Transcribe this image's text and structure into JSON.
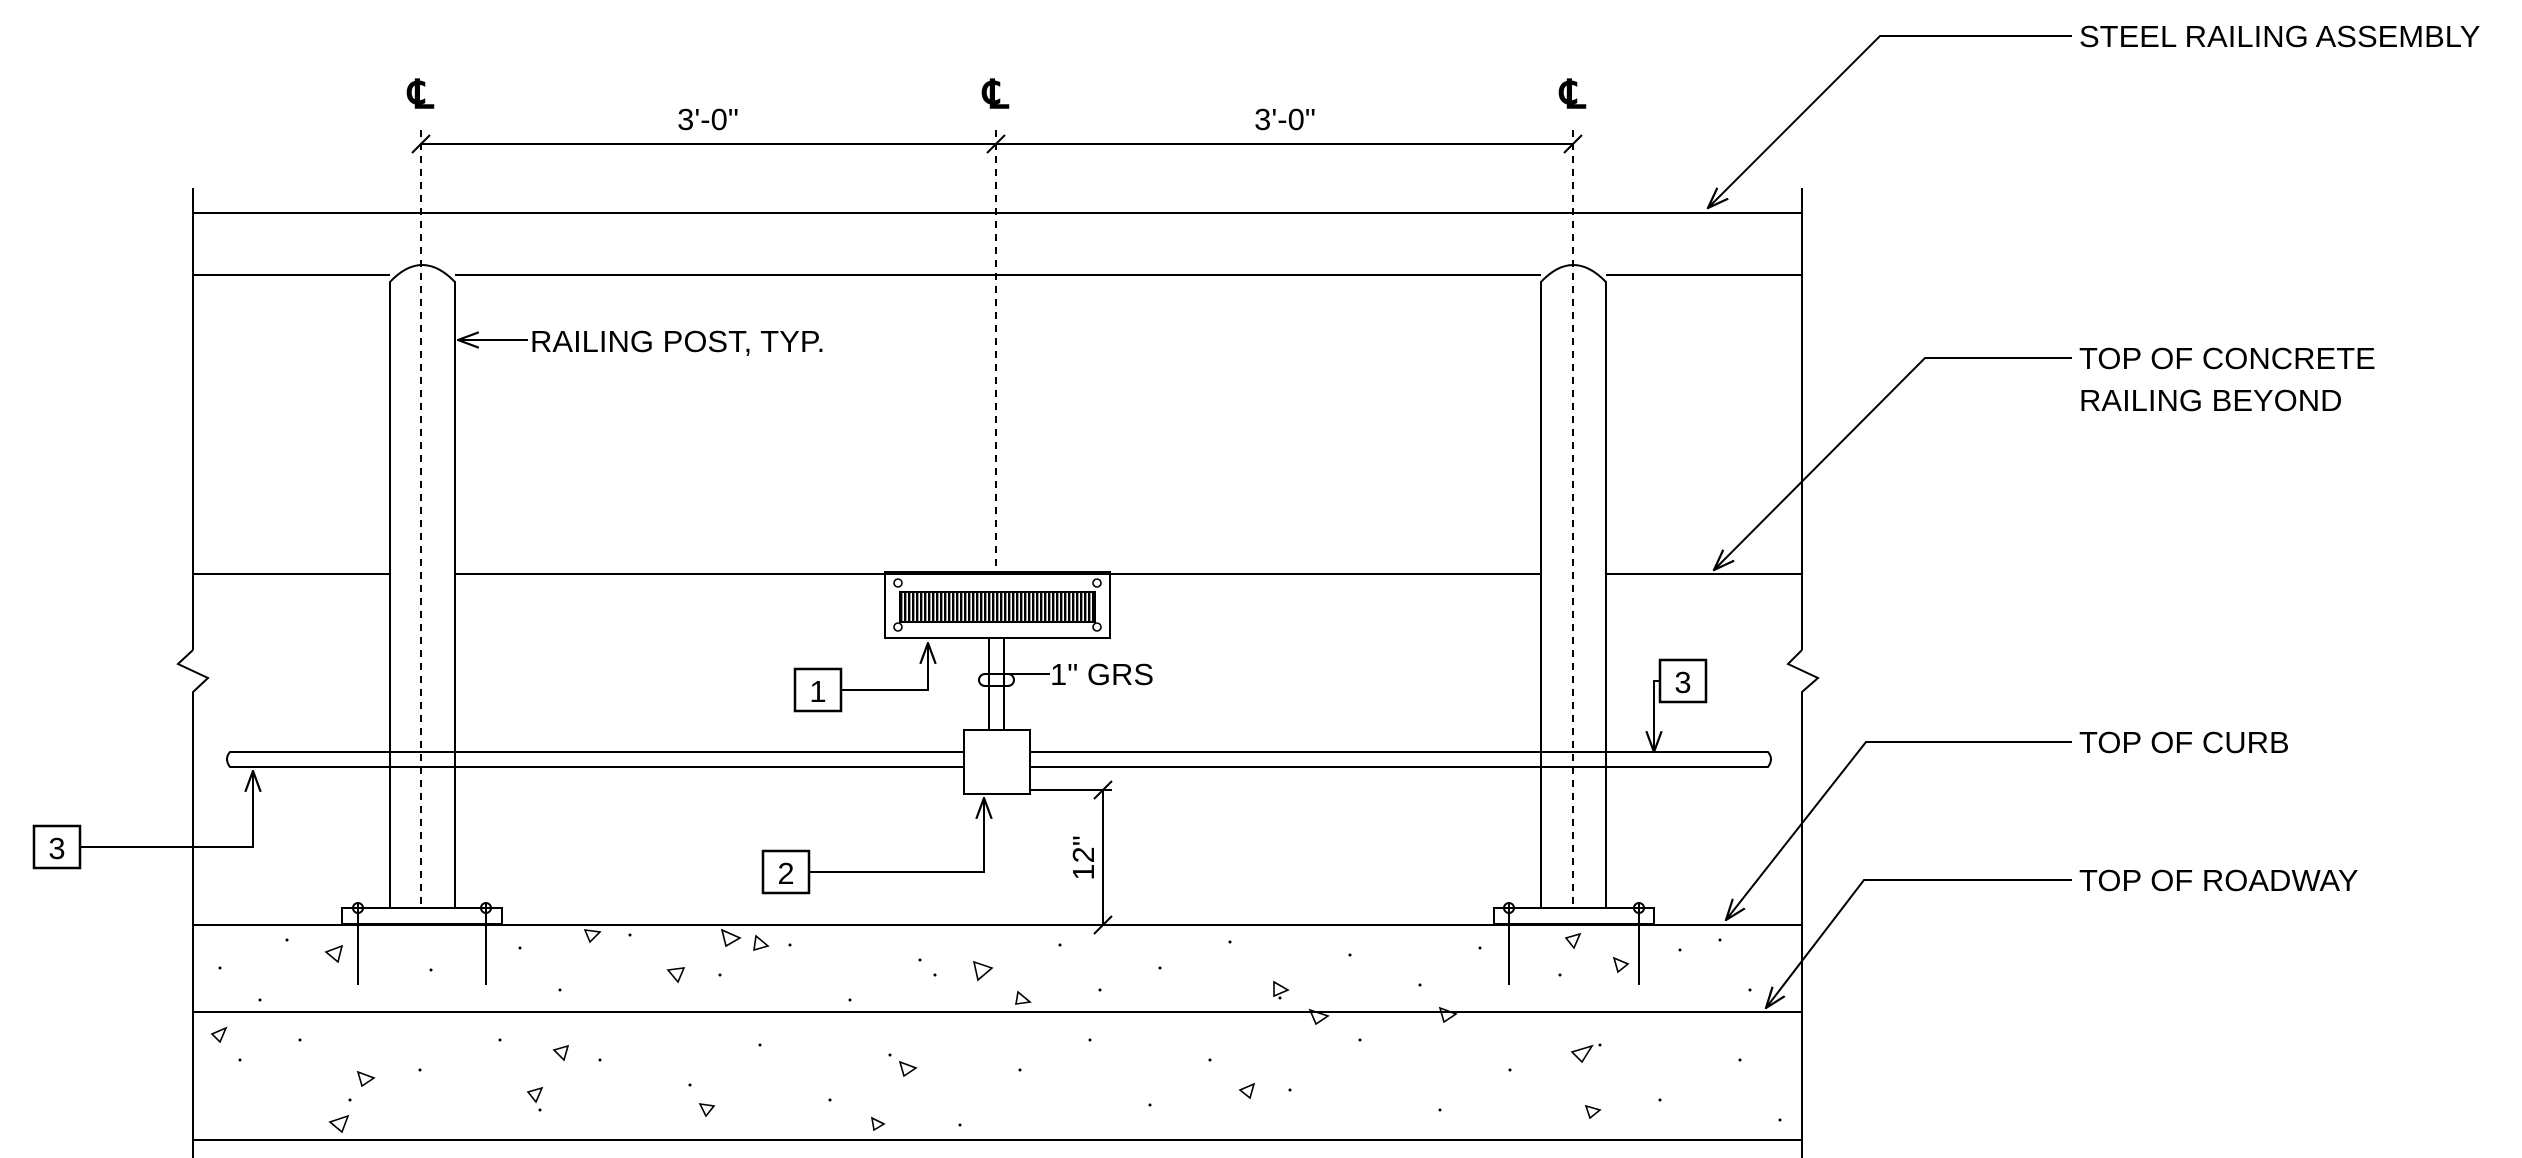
{
  "dimensions": {
    "spacing_left": "3'-0\"",
    "spacing_right": "3'-0\"",
    "height": "12\""
  },
  "centerline_symbol": "℄",
  "labels": {
    "steel_railing": "STEEL RAILING ASSEMBLY",
    "concrete_line1": "TOP OF CONCRETE",
    "concrete_line2": "RAILING BEYOND",
    "curb": "TOP OF CURB",
    "roadway": "TOP OF ROADWAY",
    "railing_post": "RAILING POST, TYP.",
    "grs": "1\" GRS"
  },
  "tags": {
    "one": "1",
    "two": "2",
    "three_left": "3",
    "three_right": "3"
  }
}
